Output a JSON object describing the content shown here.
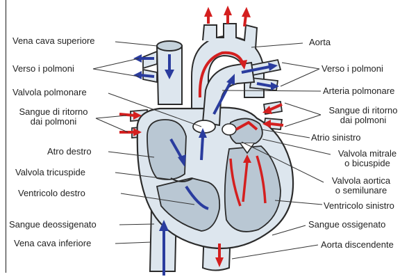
{
  "colors": {
    "heart_fill": "#dde6ee",
    "heart_stroke": "#2b2b2b",
    "inner_fill": "#b9c7d3",
    "blood_red": "#d41f1f",
    "blood_blue": "#2a3c9e",
    "leader": "#333333"
  },
  "labels": {
    "vena_cava_superiore": "Vena cava superiore",
    "verso_polmoni_left": "Verso i polmoni",
    "valvola_polmonare": "Valvola polmonare",
    "sangue_ritorno_left_1": "Sangue di ritorno",
    "sangue_ritorno_left_2": "dai polmoni",
    "atro_destro": "Atro destro",
    "valvola_tricuspide": "Valvola tricuspide",
    "ventricolo_destro": "Ventricolo destro",
    "sangue_deossigenato": "Sangue deossigenato",
    "vena_cava_inferiore": "Vena cava inferiore",
    "aorta": "Aorta",
    "verso_polmoni_right": "Verso i polmoni",
    "arteria_polmonare": "Arteria polmonare",
    "sangue_ritorno_right_1": "Sangue di ritorno",
    "sangue_ritorno_right_2": "dai polmoni",
    "atrio_sinistro": "Atrio sinistro",
    "valvola_mitrale_1": "Valvola mitrale",
    "valvola_mitrale_2": "o bicuspide",
    "valvola_aortica_1": "Valvola aortica",
    "valvola_aortica_2": "o semilunare",
    "ventricolo_sinistro": "Ventricolo sinistro",
    "sangue_ossigenato": "Sangue ossigenato",
    "aorta_discendente": "Aorta discendente"
  }
}
